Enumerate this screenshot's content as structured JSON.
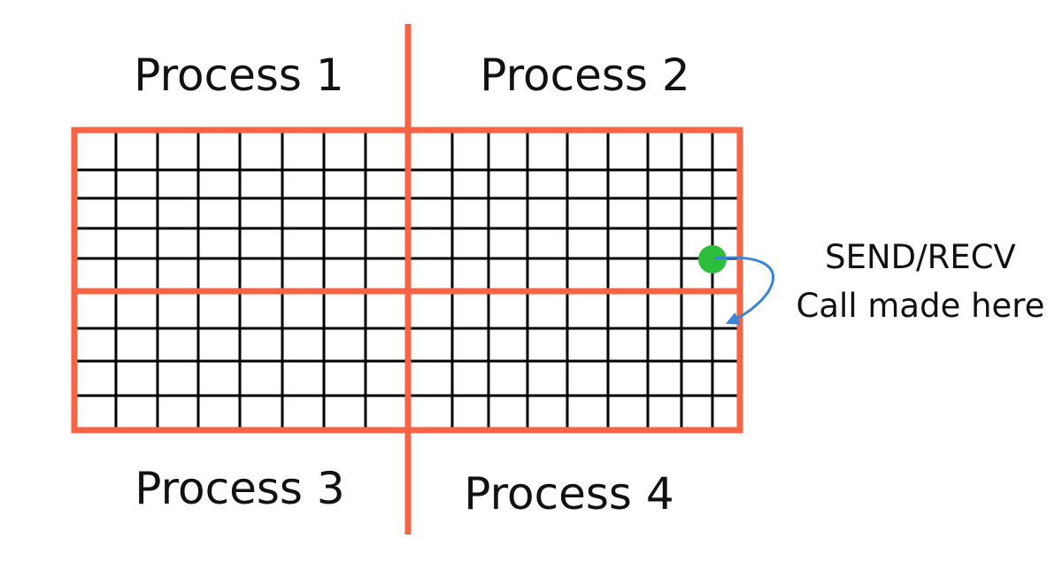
{
  "diagram": {
    "process_labels": [
      "Process 1",
      "Process 2",
      "Process 3",
      "Process 4"
    ],
    "annotation": {
      "line1": "SEND/RECV",
      "line2": "Call made here"
    },
    "colors": {
      "partition": "#F76345",
      "grid": "#000000",
      "marker": "#2DBE3C",
      "arrow": "#3A85D6",
      "text": "#111111"
    }
  }
}
